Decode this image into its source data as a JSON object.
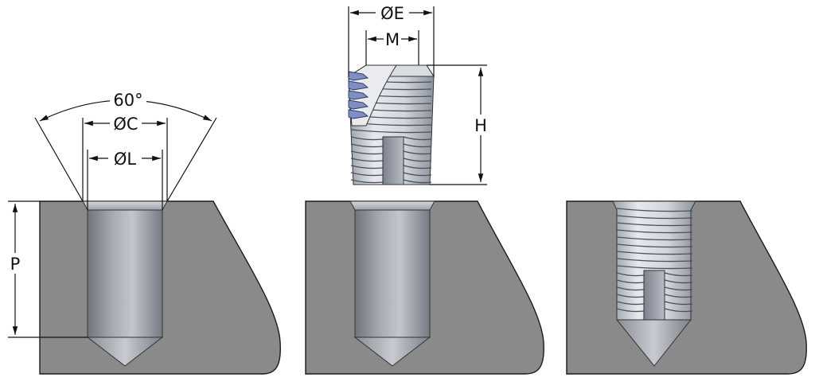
{
  "labels": {
    "angle": "60°",
    "countersink_diameter": "ØC",
    "hole_diameter": "ØL",
    "depth": "P",
    "insert_outer_diameter": "ØE",
    "thread_size": "M",
    "insert_height": "H"
  },
  "colors": {
    "block": "#8a8a8a",
    "block_outline": "#1a1a1a",
    "thread_section": "#7f8fc4",
    "metal_light": "#e4e7ec",
    "metal_mid": "#b7bcc6",
    "metal_dark": "#7d828c",
    "dimension": "#111111"
  },
  "icons": {
    "blank_hole": "drilled-countersunk-hole",
    "insert": "threaded-insert",
    "installed": "installed-insert"
  }
}
